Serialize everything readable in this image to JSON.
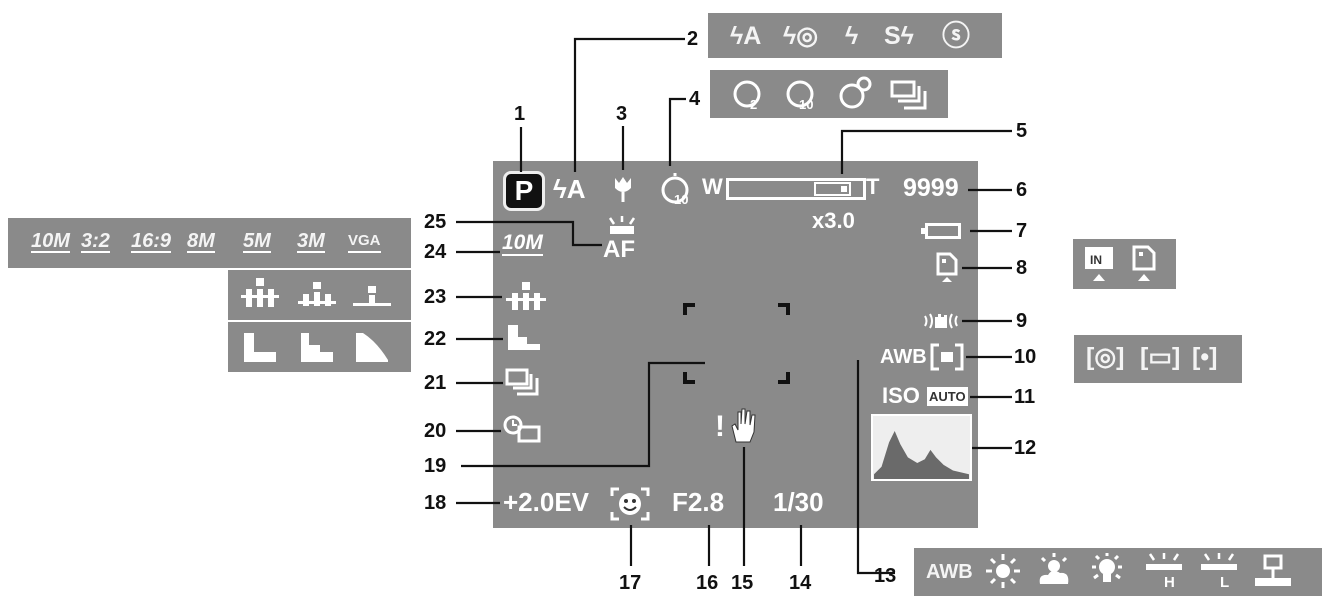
{
  "callouts": [
    "1",
    "2",
    "3",
    "4",
    "5",
    "6",
    "7",
    "8",
    "9",
    "10",
    "11",
    "12",
    "13",
    "14",
    "15",
    "16",
    "17",
    "18",
    "19",
    "20",
    "21",
    "22",
    "23",
    "24",
    "25"
  ],
  "screen": {
    "mode": "P",
    "flash": "ϟA",
    "zoom_w": "W",
    "zoom_t": "T",
    "zoom_factor": "x3.0",
    "shots_left": "9999",
    "awb": "AWB",
    "iso": "ISO",
    "iso_value": "AUTO",
    "ev": "+2.0EV",
    "aperture": "F2.8",
    "shutter": "1/30",
    "af_label": "AF",
    "resolution": "10M",
    "shake_warning": "!"
  },
  "strips": {
    "flash_modes": [
      "ϟA",
      "ϟ◎",
      "ϟ",
      "Sϟ",
      "ⓢ"
    ],
    "timer_modes": [
      "2",
      "10",
      "ᵕ",
      "▭"
    ],
    "storage": [
      "IN",
      "▴"
    ],
    "metering": [
      "[◎]",
      "[▭]",
      "[•]"
    ],
    "resolutions": [
      "10M",
      "3:2",
      "16:9",
      "8M",
      "5M",
      "3M",
      "VGA"
    ],
    "quality": [
      "▲▲▲",
      "▲▲",
      "▲"
    ],
    "sharpness": [
      "▙",
      "▙",
      "◣"
    ],
    "white_balance": [
      "AWB",
      "☀",
      "⛅",
      "☼",
      "H",
      "L",
      "⊥"
    ]
  }
}
